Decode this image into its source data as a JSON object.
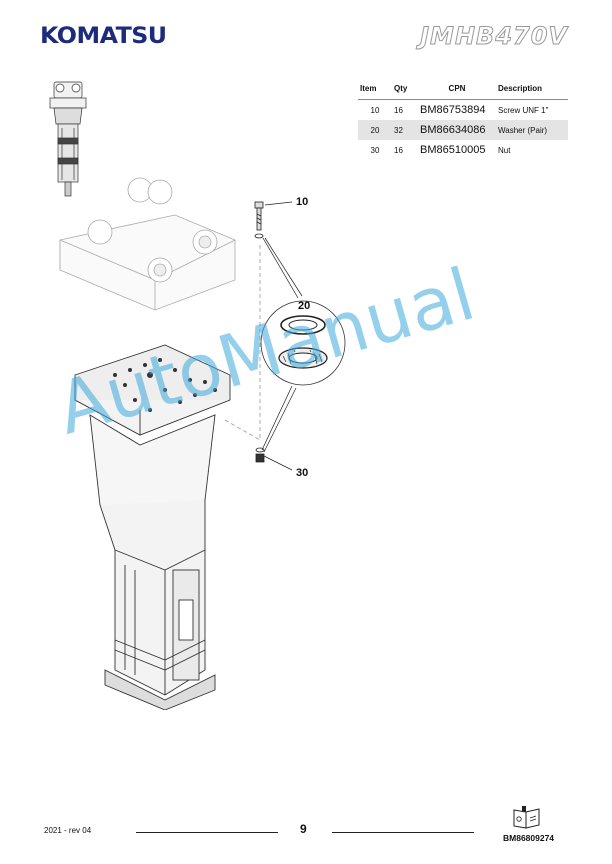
{
  "header": {
    "brand": "KOMATSU",
    "model": "JMHB470V"
  },
  "parts_table": {
    "columns": [
      "Item",
      "Qty",
      "CPN",
      "Description"
    ],
    "rows": [
      {
        "item": "10",
        "qty": "16",
        "cpn": "BM86753894",
        "description": "Screw UNF 1\"",
        "shaded": false
      },
      {
        "item": "20",
        "qty": "32",
        "cpn": "BM86634086",
        "description": "Washer (Pair)",
        "shaded": true
      },
      {
        "item": "30",
        "qty": "16",
        "cpn": "BM86510005",
        "description": "Nut",
        "shaded": false
      }
    ]
  },
  "callouts": {
    "c10": "10",
    "c20": "20",
    "c30": "30"
  },
  "watermark": "AutoManual",
  "footer": {
    "year_rev": "2021 -  rev 04",
    "page_number": "9",
    "doc_number": "BM86809274"
  },
  "colors": {
    "brand": "#1d2b7d",
    "watermark": "#3caadc",
    "row_shade": "#e4e4e4"
  }
}
